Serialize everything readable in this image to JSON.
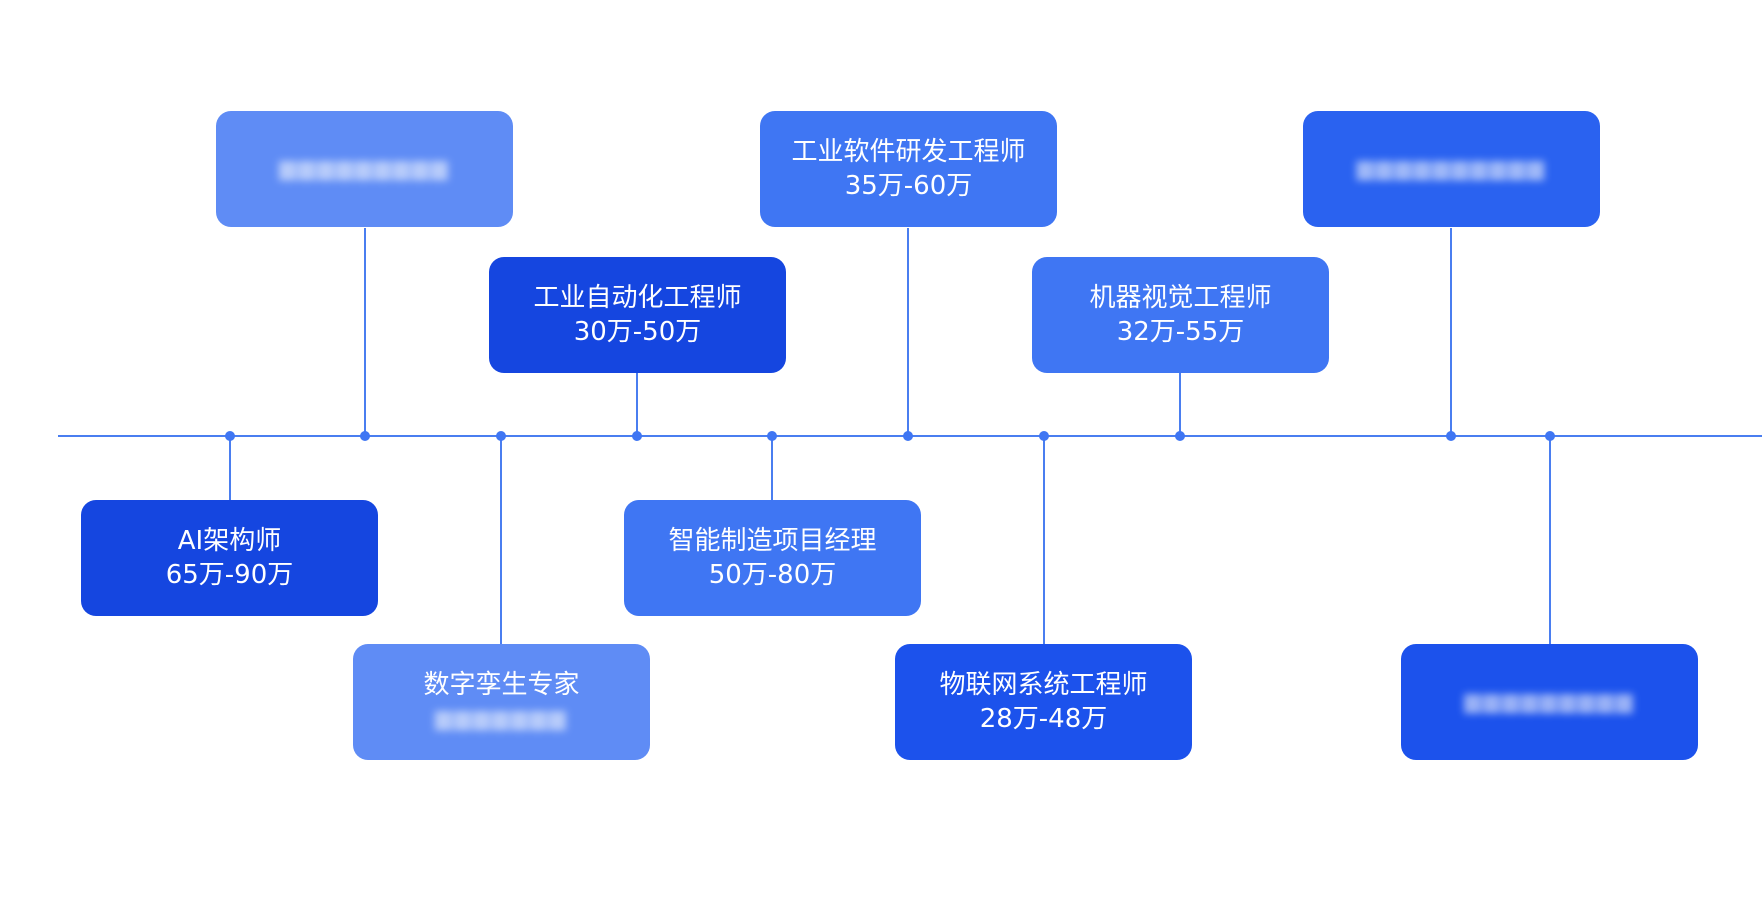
{
  "cards": [
    {
      "title": "",
      "salary": ""
    },
    {
      "title": "工业软件研发工程师",
      "salary": "35万-60万"
    },
    {
      "title": "",
      "salary": ""
    },
    {
      "title": "工业自动化工程师",
      "salary": "30万-50万"
    },
    {
      "title": "机器视觉工程师",
      "salary": "32万-55万"
    },
    {
      "title": "AI架构师",
      "salary": "65万-90万"
    },
    {
      "title": "智能制造项目经理",
      "salary": "50万-80万"
    },
    {
      "title": "数字孪生专家",
      "salary": ""
    },
    {
      "title": "物联网系统工程师",
      "salary": "28万-48万"
    },
    {
      "title": "",
      "salary": ""
    }
  ],
  "colors": {
    "line": "#4a7ef0",
    "light": "#5f8cf5",
    "mid": "#3f76f3",
    "dark": "#1546e0"
  }
}
